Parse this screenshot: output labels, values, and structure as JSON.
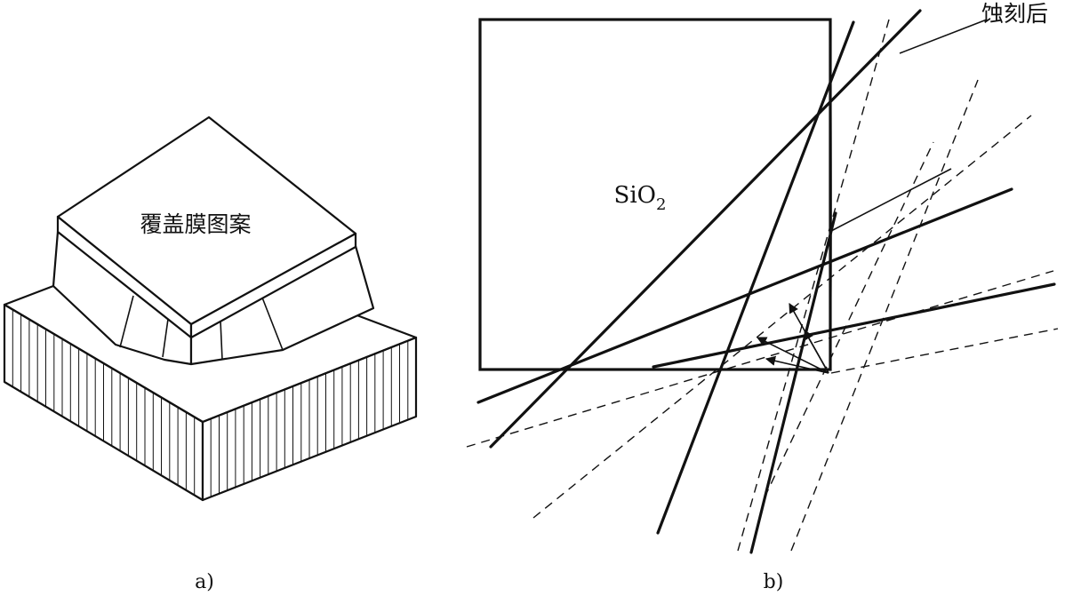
{
  "figure_a": {
    "mask_label": "覆盖膜图案",
    "caption": "a)"
  },
  "figure_b": {
    "oxide_label": "SiO",
    "oxide_subscript": "2",
    "after_etch_label": "蚀刻后",
    "caption": "b)"
  }
}
